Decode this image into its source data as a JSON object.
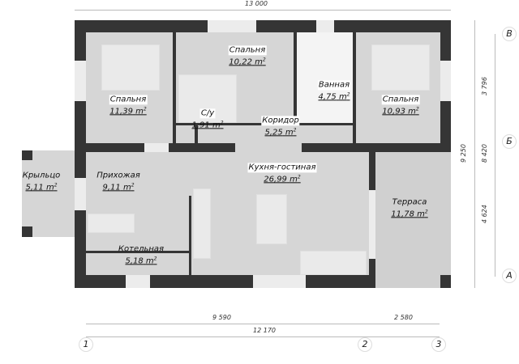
{
  "rooms": [
    {
      "name": "Спальня",
      "area": "11,39"
    },
    {
      "name": "Спальня",
      "area": "10,22"
    },
    {
      "name": "Ванная",
      "area": "4,75"
    },
    {
      "name": "Спальня",
      "area": "10,93"
    },
    {
      "name": "С/у",
      "area": "1,91"
    },
    {
      "name": "Коридор",
      "area": "5,25"
    },
    {
      "name": "Крыльцо",
      "area": "5,11"
    },
    {
      "name": "Прихожая",
      "area": "9,11"
    },
    {
      "name": "Кухня-гостиная",
      "area": "26,99"
    },
    {
      "name": "Терраса",
      "area": "11,78"
    },
    {
      "name": "Котельная",
      "area": "5,18"
    }
  ],
  "area_unit": "m",
  "area_exp": "2",
  "dimensions": {
    "top": "13 000",
    "right_upper": "3 796",
    "right_total": "9 250",
    "right_mid": "8 420",
    "right_lower": "4 624",
    "bottom_left": "9 590",
    "bottom_right": "2 580",
    "bottom_total": "12 170"
  },
  "axes": {
    "rows": [
      "В",
      "Б",
      "А"
    ],
    "cols": [
      "1",
      "2",
      "3"
    ]
  }
}
